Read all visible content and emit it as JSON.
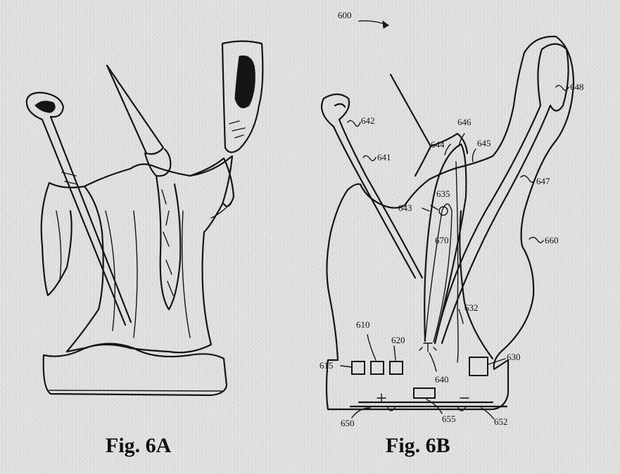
{
  "figures": {
    "fig_a": {
      "caption": "Fig. 6A"
    },
    "fig_b": {
      "caption": "Fig. 6B",
      "refs": {
        "r600": "600",
        "r642": "642",
        "r641": "641",
        "r644": "644",
        "r646": "646",
        "r645": "645",
        "r648": "648",
        "r647": "647",
        "r635": "635",
        "r643": "643",
        "r670": "670",
        "r660": "660",
        "r632": "632",
        "r610": "610",
        "r620": "620",
        "r615": "615",
        "r640": "640",
        "r630": "630",
        "r650": "650",
        "r655": "655",
        "r652": "652"
      }
    }
  },
  "colors": {
    "ink": "#151515",
    "paper": "#e4e4e4"
  }
}
